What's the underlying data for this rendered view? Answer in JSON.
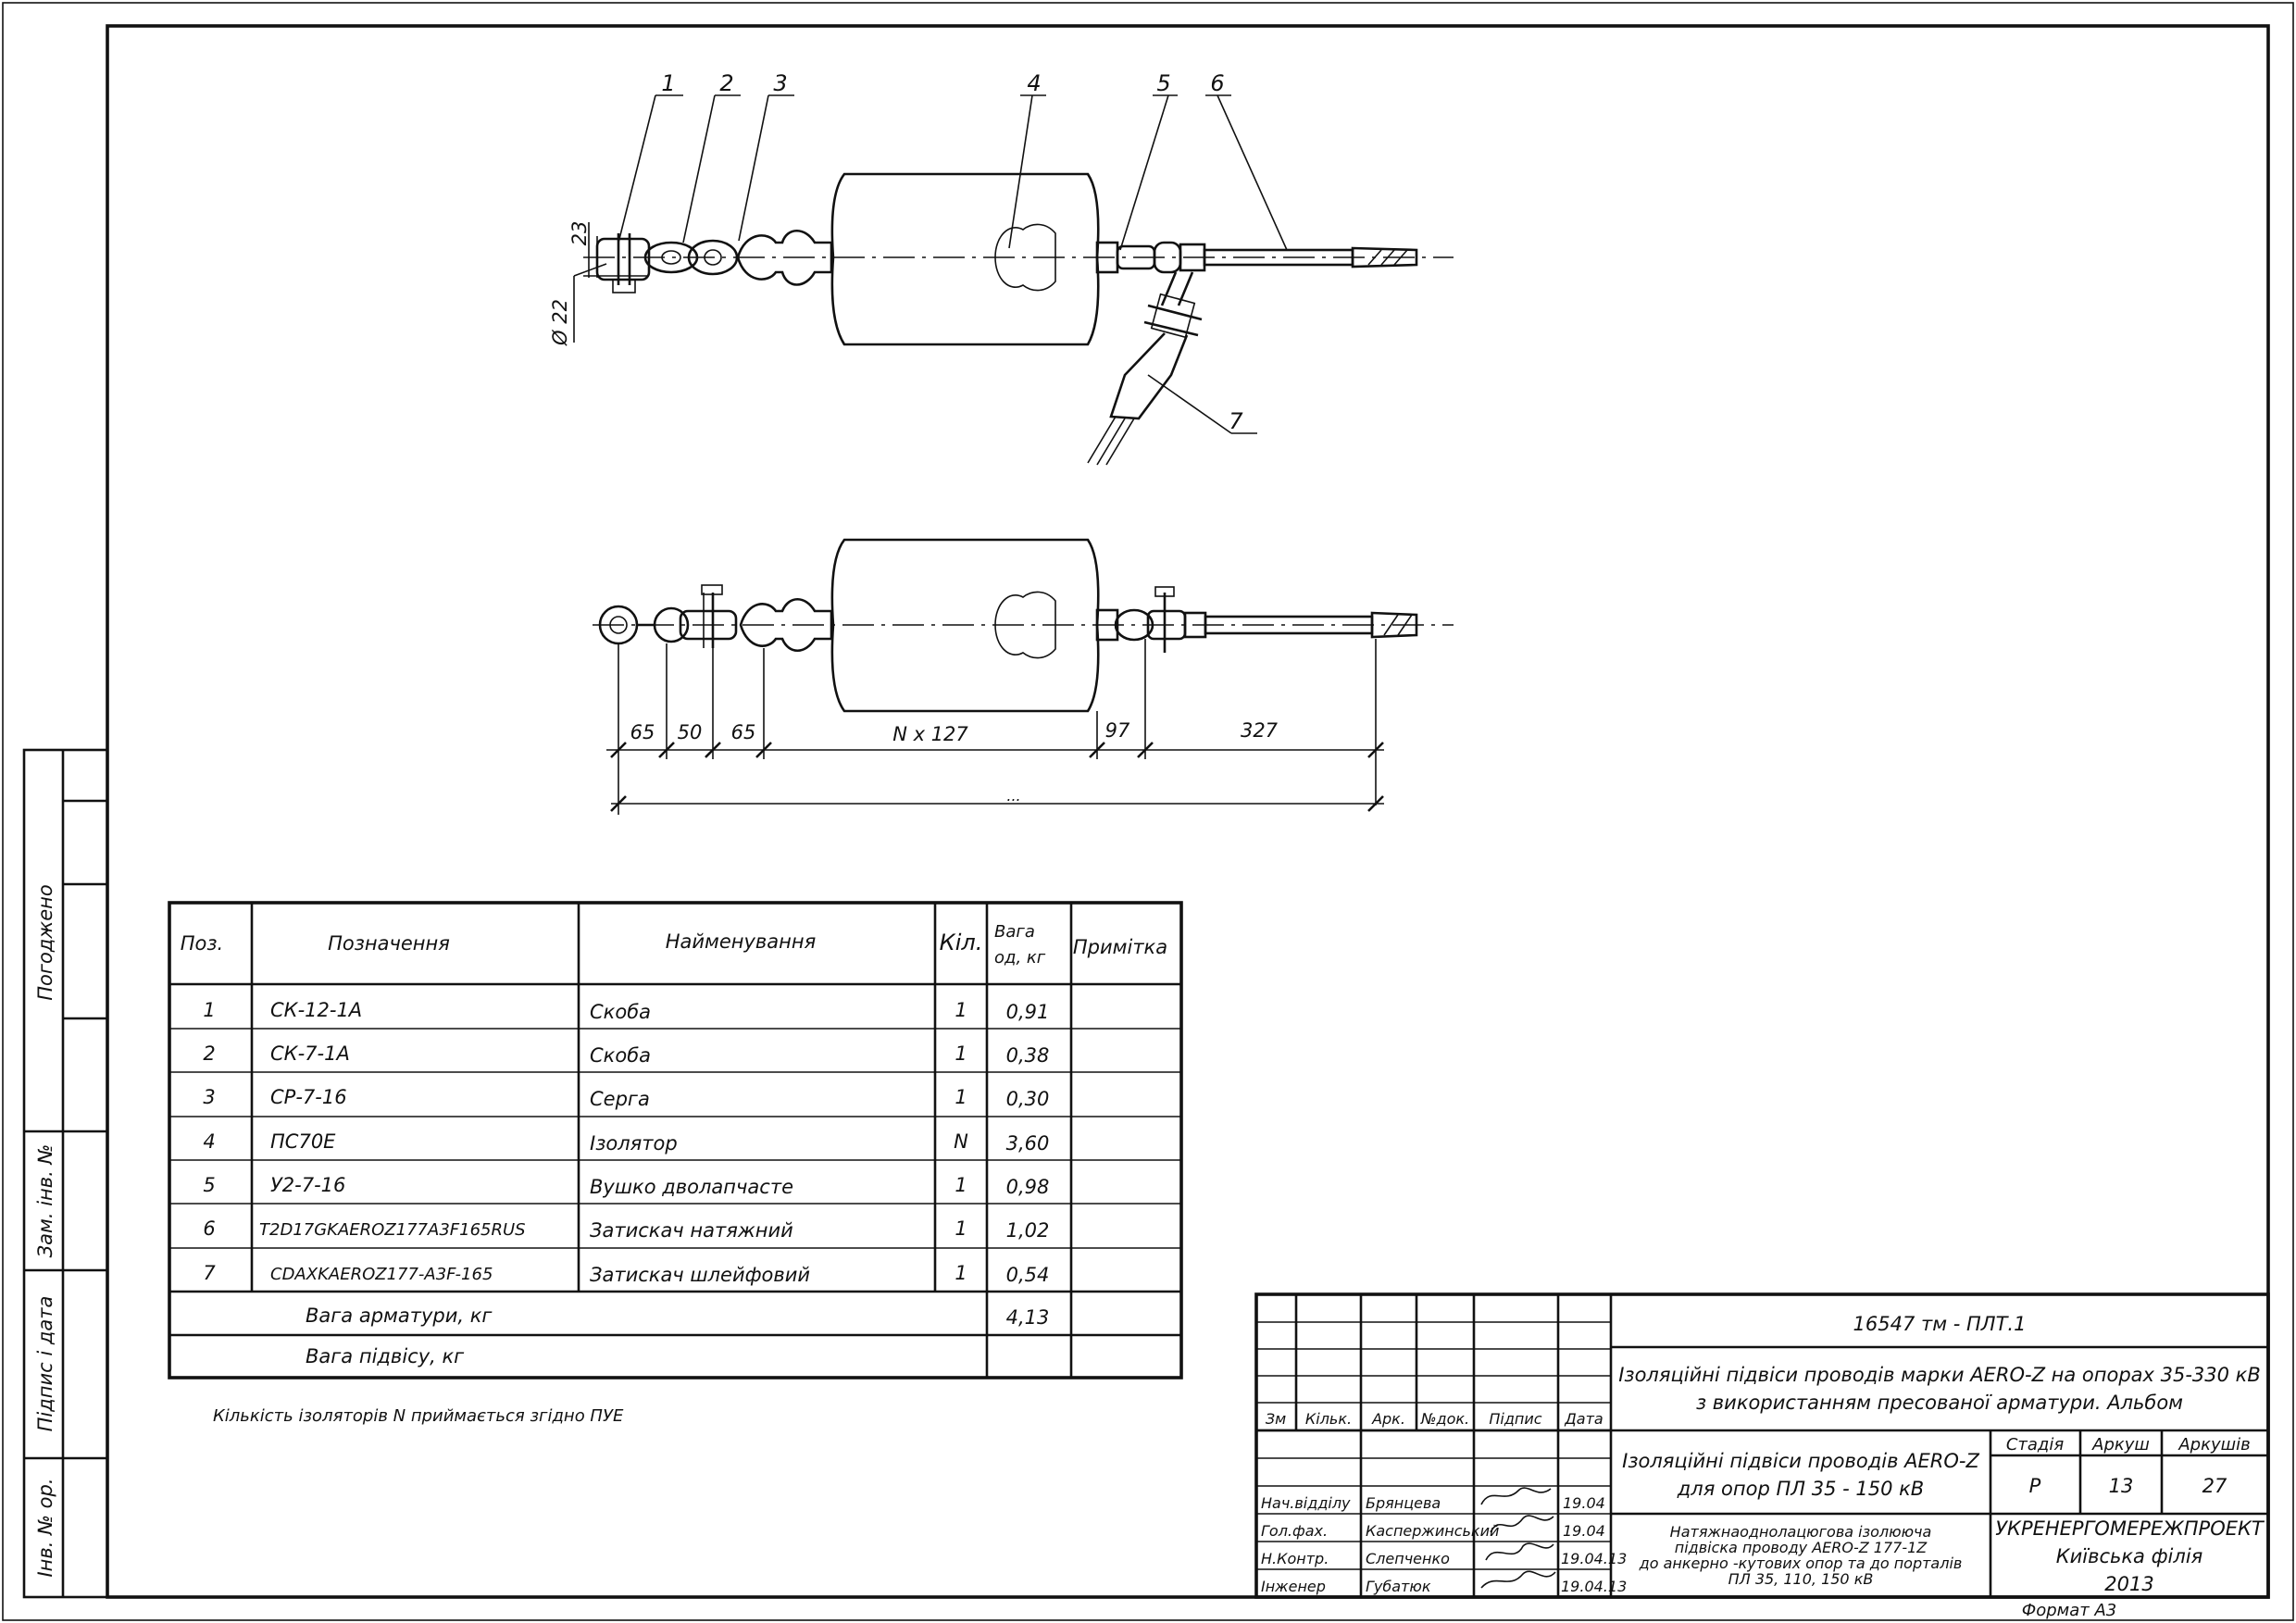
{
  "drawing": {
    "callouts": [
      "1",
      "2",
      "3",
      "4",
      "5",
      "6",
      "7"
    ],
    "dim_23": "23",
    "dim_d22": "Ø 22",
    "dims_bottom": [
      "65",
      "50",
      "65",
      "N x 127",
      "97",
      "327"
    ],
    "dim_total": "..."
  },
  "spec_table": {
    "headers": {
      "pos": "Поз.",
      "designation": "Позначення",
      "name": "Найменування",
      "qty": "Кіл.",
      "weight_l1": "Вага",
      "weight_l2": "од, кг",
      "note": "Примітка"
    },
    "rows": [
      {
        "pos": "1",
        "designation": "СК-12-1А",
        "name": "Скоба",
        "qty": "1",
        "weight": "0,91"
      },
      {
        "pos": "2",
        "designation": "СК-7-1А",
        "name": "Скоба",
        "qty": "1",
        "weight": "0,38"
      },
      {
        "pos": "3",
        "designation": "СР-7-16",
        "name": "Серга",
        "qty": "1",
        "weight": "0,30"
      },
      {
        "pos": "4",
        "designation": "ПС70Е",
        "name": "Ізолятор",
        "qty": "N",
        "weight": "3,60"
      },
      {
        "pos": "5",
        "designation": "У2-7-16",
        "name": "Вушко дволапчасте",
        "qty": "1",
        "weight": "0,98"
      },
      {
        "pos": "6",
        "designation": "T2D17GKAEROZ177A3F165RUS",
        "name": "Затискач натяжний",
        "qty": "1",
        "weight": "1,02"
      },
      {
        "pos": "7",
        "designation": "CDAXKAEROZ177-A3F-165",
        "name": "Затискач шлейфовий",
        "qty": "1",
        "weight": "0,54"
      }
    ],
    "fitting_weight_label": "Вага арматури, кг",
    "fitting_weight_value": "4,13",
    "suspension_weight_label": "Вага підвісу, кг",
    "footnote": "Кількість ізоляторів N приймається згідно ПУЕ"
  },
  "left_strip": {
    "agreed": "Погоджено",
    "replaced_inv": "Зам. інв. №",
    "sign_date": "Підпис і дата",
    "inv_orig": "Інв. № ор."
  },
  "title_block": {
    "code": "16547 тм - ПЛТ.1",
    "title_line1": "Ізоляційні підвіси проводів марки AERO-Z на опорах 35-330 кВ",
    "title_line2": "з використанням пресованої арматури. Альбом",
    "section_line1": "Ізоляційні підвіси проводів AERO-Z",
    "section_line2": "для опор ПЛ 35 - 150 кВ",
    "sheet_l1": "Натяжнаоднолацюгова ізолююча",
    "sheet_l2": "підвіска проводу AERO-Z 177-1Z",
    "sheet_l3": "до анкерно -кутових опор та до порталів",
    "sheet_l4": "ПЛ 35, 110, 150 кВ",
    "col_headers": [
      "Зм",
      "Кільк.",
      "Арк.",
      "№док.",
      "Підпис",
      "Дата"
    ],
    "stage_label": "Стадія",
    "sheet_label": "Аркуш",
    "sheets_label": "Аркушів",
    "stage": "Р",
    "sheet": "13",
    "sheets": "27",
    "people": [
      {
        "role": "Нач.відділу",
        "name": "Брянцева",
        "date": "19.04"
      },
      {
        "role": "Гол.фах.",
        "name": "Каспержинський",
        "date": "19.04"
      },
      {
        "role": "Н.Контр.",
        "name": "Слепченко",
        "date": "19.04.13"
      },
      {
        "role": "Інженер",
        "name": "Губатюк",
        "date": "19.04.13"
      }
    ],
    "org_l1": "УКРЕНЕРГОМЕРЕЖПРОЕКТ",
    "org_l2": "Київська філія",
    "org_year": "2013",
    "format": "Формат А3"
  }
}
